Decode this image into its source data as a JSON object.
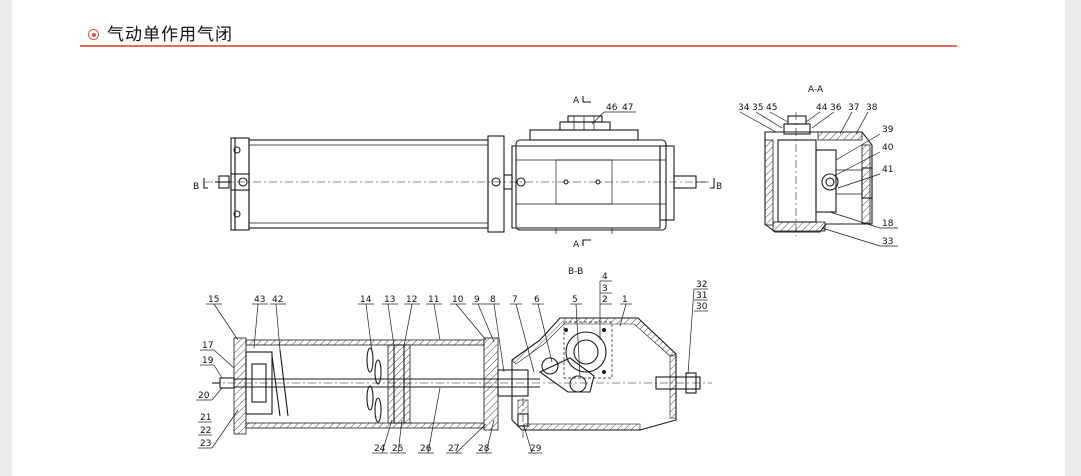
{
  "header": {
    "title": "气动单作用气闭",
    "accent_color": "#e26a5a"
  },
  "views": {
    "section_aa": "A-A",
    "section_bb": "B-B",
    "mark_a_top": "A",
    "mark_a_bottom": "A",
    "mark_b_left": "B",
    "mark_b_right": "B"
  },
  "callouts_top": [
    "46",
    "47"
  ],
  "callouts_aa": [
    "34",
    "35",
    "45",
    "44",
    "36",
    "37",
    "38",
    "39",
    "40",
    "41",
    "18",
    "33"
  ],
  "callouts_bb_top": [
    "15",
    "43",
    "42",
    "14",
    "13",
    "12",
    "11",
    "10",
    "9",
    "8",
    "7",
    "6",
    "5",
    "4",
    "3",
    "2",
    "1",
    "32",
    "31",
    "30"
  ],
  "callouts_bb_left": [
    "17",
    "19",
    "20",
    "21",
    "22",
    "23"
  ],
  "callouts_bb_bottom": [
    "24",
    "25",
    "26",
    "27",
    "28",
    "29"
  ]
}
